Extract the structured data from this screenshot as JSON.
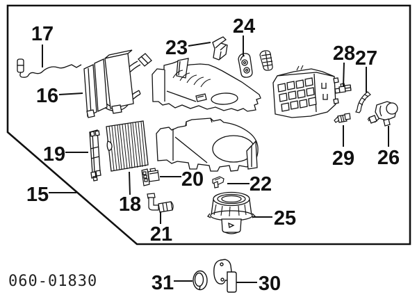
{
  "diagram": {
    "code": "060-01830",
    "callouts": [
      "15",
      "16",
      "17",
      "18",
      "19",
      "20",
      "21",
      "22",
      "23",
      "24",
      "25",
      "26",
      "27",
      "28",
      "29",
      "30",
      "31"
    ],
    "colors": {
      "line": "#111111",
      "background": "#ffffff"
    }
  }
}
